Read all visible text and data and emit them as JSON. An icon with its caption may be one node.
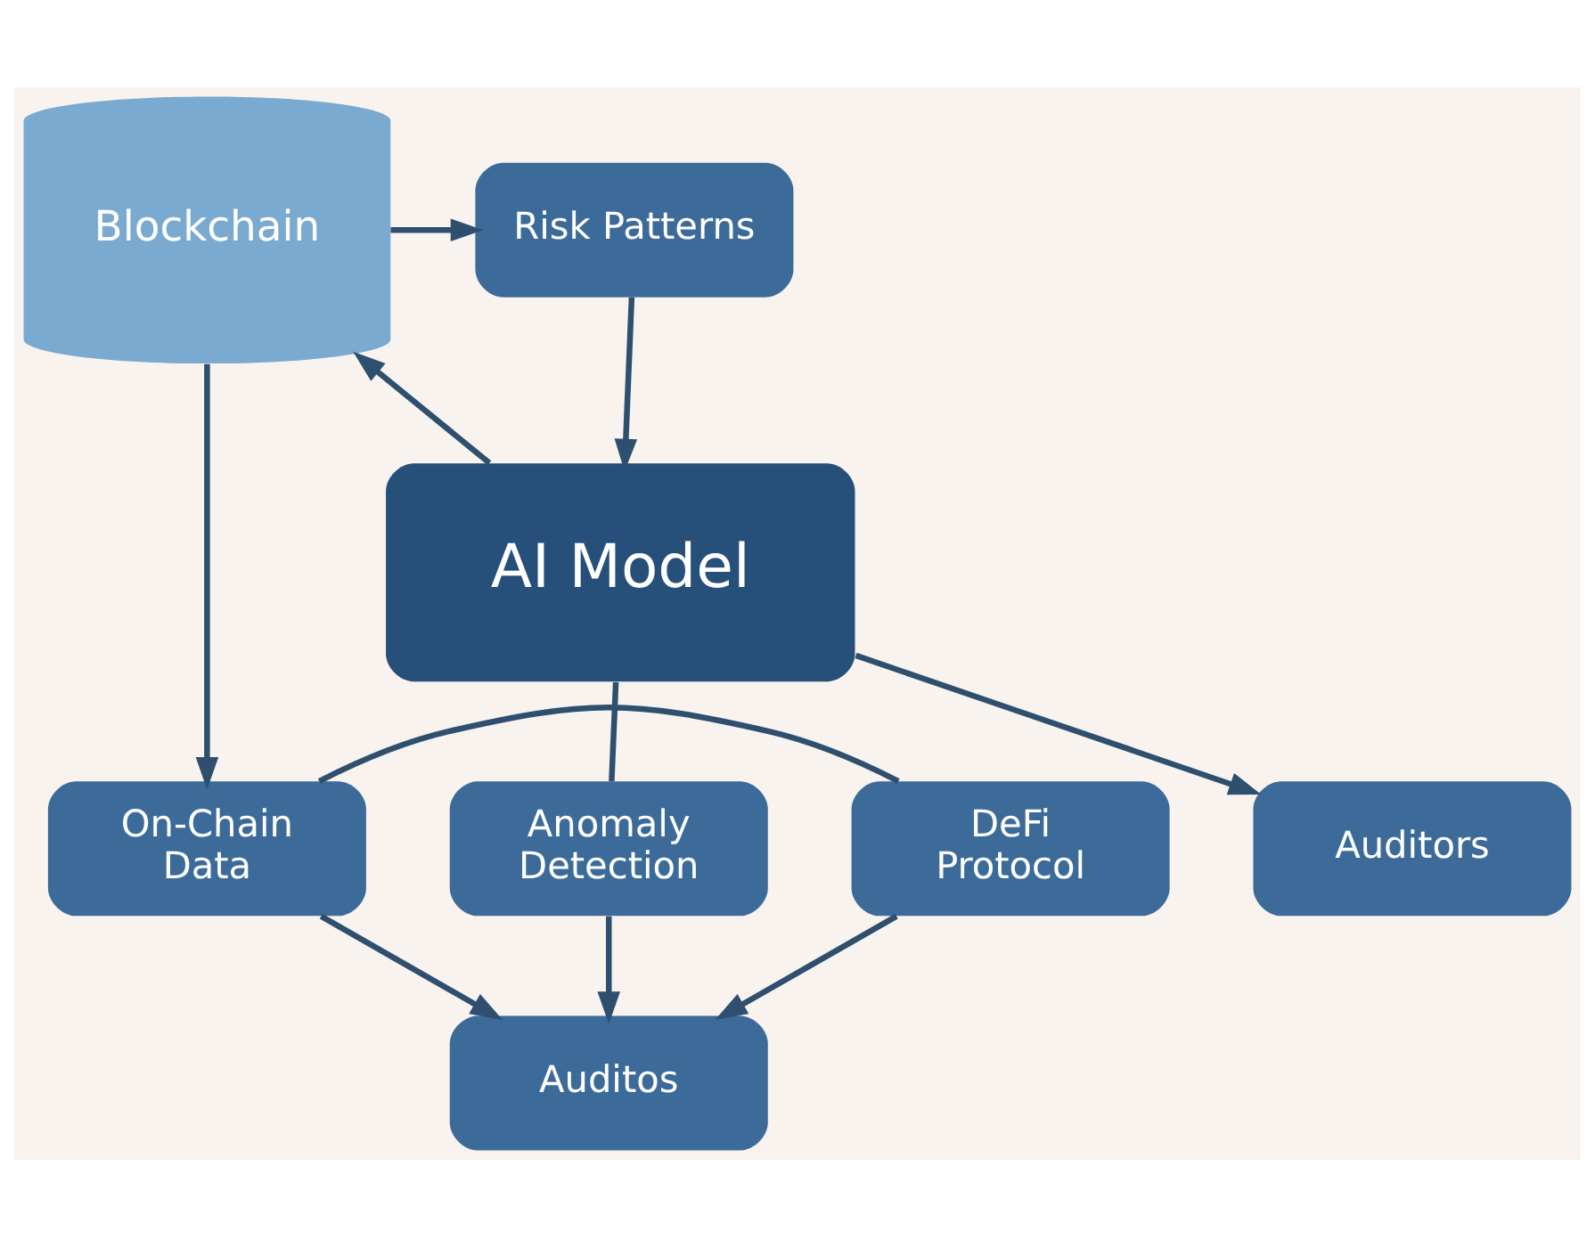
{
  "diagram": {
    "nodes": [
      {
        "text": [
          "Blockchain"
        ]
      },
      {
        "text": [
          "Risk Patterns"
        ]
      },
      {
        "text": [
          "AI Model"
        ]
      },
      {
        "text": [
          "DeFi Protocol"
        ]
      },
      {
        "text": [
          "On-Chain Data"
        ]
      },
      {
        "text": [
          "Anomaly Detection"
        ]
      },
      {
        "text": [
          "Auditos"
        ]
      },
      {
        "text": [
          "Auditors"
        ]
      }
    ],
    "edges": [
      {
        "from": 0,
        "to": 1,
        "arrow": "to"
      },
      {
        "from": 1,
        "to": 2,
        "arrow": "to"
      },
      {
        "from": 2,
        "to": 0,
        "arrow": "to"
      },
      {
        "from": 0,
        "to": 4,
        "arrow": "to"
      },
      {
        "from": 3,
        "to": 4,
        "arrow": "none"
      },
      {
        "from": 4,
        "to": 6,
        "arrow": "to"
      },
      {
        "from": 3,
        "to": 6,
        "arrow": "to"
      },
      {
        "from": 2,
        "to": 5,
        "arrow": "none"
      },
      {
        "from": 5,
        "to": 6,
        "arrow": "to"
      },
      {
        "from": 2,
        "to": 7,
        "arrow": "to"
      }
    ]
  }
}
